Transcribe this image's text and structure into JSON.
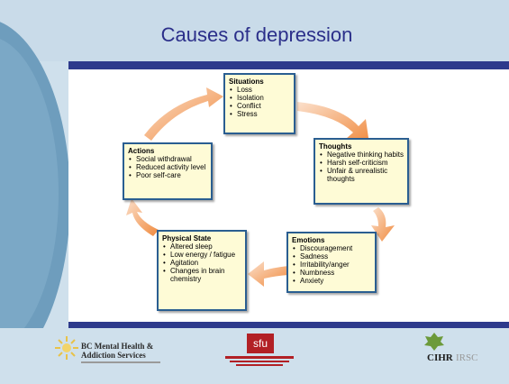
{
  "title": "Causes of depression",
  "nodes": {
    "situations": {
      "heading": "Situations",
      "items": [
        "Loss",
        "Isolation",
        "Conflict",
        "Stress"
      ]
    },
    "thoughts": {
      "heading": "Thoughts",
      "items": [
        "Negative thinking habits",
        "Harsh self-criticism",
        "Unfair & unrealistic thoughts"
      ]
    },
    "emotions": {
      "heading": "Emotions",
      "items": [
        "Discouragement",
        "Sadness",
        "Irritability/anger",
        "Numbness",
        "Anxiety"
      ]
    },
    "physical": {
      "heading": "Physical State",
      "items": [
        "Altered sleep",
        "Low energy / fatigue",
        "Agitation",
        "Changes in brain chemistry"
      ]
    },
    "actions": {
      "heading": "Actions",
      "items": [
        "Social withdrawal",
        "Reduced activity level",
        "Poor self-care"
      ]
    }
  },
  "footer": {
    "bcmh_line1": "BC Mental Health &",
    "bcmh_line2": "Addiction Services",
    "sfu": "SFU",
    "cihr": "CIHR",
    "drfc": "IRSC"
  },
  "colors": {
    "title": "#2b2f8a",
    "stripe": "#2d3a8c",
    "box_fill": "#fefbd6",
    "box_border": "#2a5e91",
    "arrow": "#f39a57"
  }
}
